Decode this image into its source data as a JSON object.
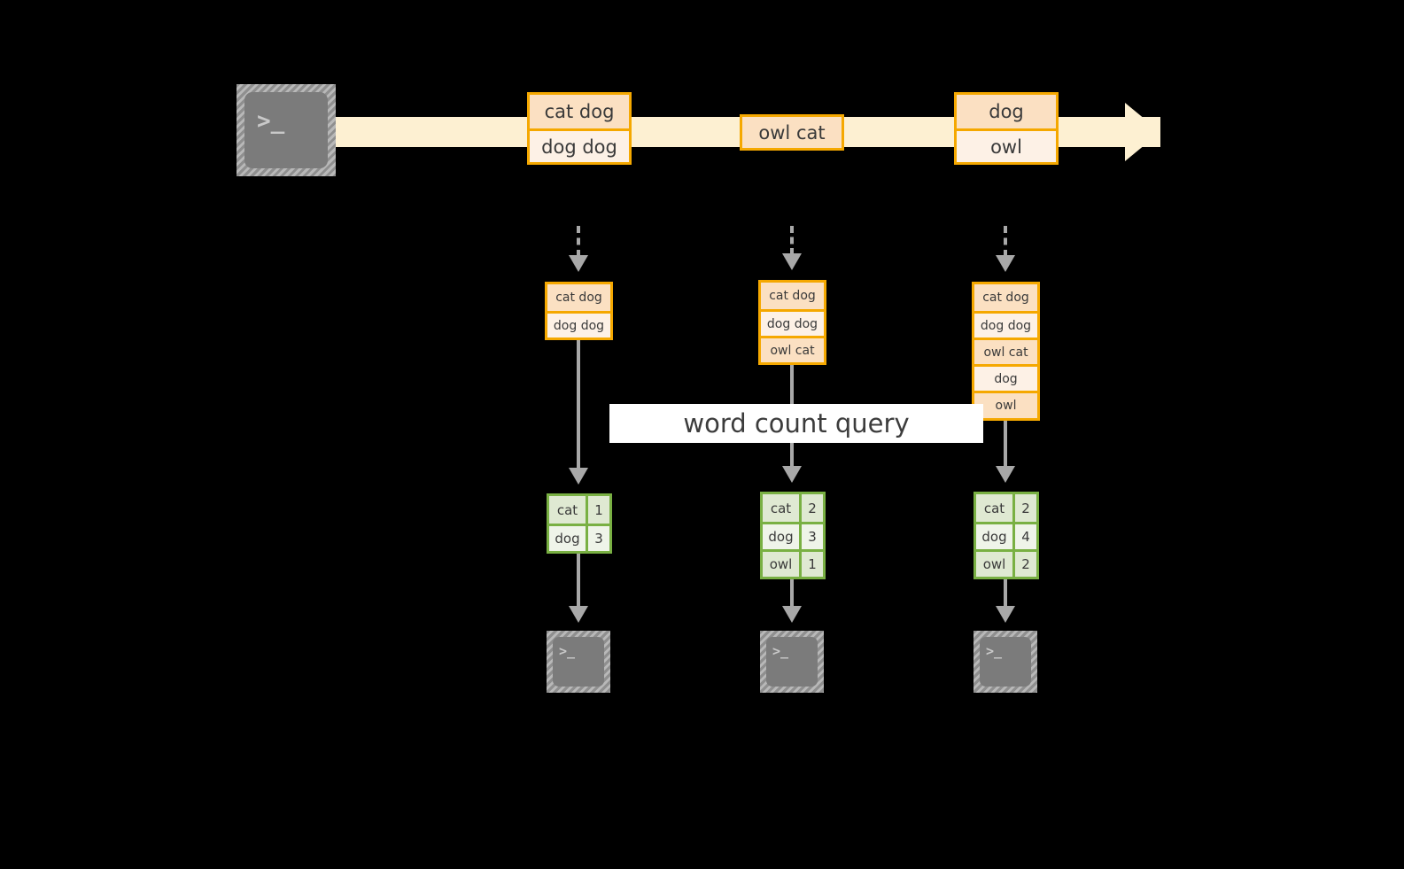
{
  "diagram": {
    "title_label": "word count query",
    "colors": {
      "background": "#000000",
      "stream_band": "#fdf0d2",
      "record_border": "#f5a800",
      "record_fill_peach": "#fbe0c2",
      "record_fill_cream": "#fdf1e6",
      "result_border": "#79b043",
      "result_fill": "#e3edd7",
      "connector": "#a8a8a8",
      "terminal_body": "#7b7b7b",
      "label_background": "#ffffff"
    },
    "source": {
      "icon": "terminal-icon",
      "prompt_glyph": ">_"
    },
    "stream": {
      "records": [
        {
          "lines": [
            "cat dog",
            "dog dog"
          ]
        },
        {
          "lines": [
            "owl cat"
          ]
        },
        {
          "lines": [
            "dog",
            "owl"
          ]
        }
      ]
    },
    "columns": [
      {
        "snapshot": [
          "cat dog",
          "dog dog"
        ],
        "result": {
          "rows": [
            {
              "word": "cat",
              "count": "1"
            },
            {
              "word": "dog",
              "count": "3"
            }
          ]
        },
        "sink": {
          "icon": "terminal-icon",
          "prompt_glyph": ">_"
        }
      },
      {
        "snapshot": [
          "cat dog",
          "dog dog",
          "owl cat"
        ],
        "result": {
          "rows": [
            {
              "word": "cat",
              "count": "2"
            },
            {
              "word": "dog",
              "count": "3"
            },
            {
              "word": "owl",
              "count": "1"
            }
          ]
        },
        "sink": {
          "icon": "terminal-icon",
          "prompt_glyph": ">_"
        }
      },
      {
        "snapshot": [
          "cat dog",
          "dog dog",
          "owl cat",
          "dog",
          "owl"
        ],
        "result": {
          "rows": [
            {
              "word": "cat",
              "count": "2"
            },
            {
              "word": "dog",
              "count": "4"
            },
            {
              "word": "owl",
              "count": "2"
            }
          ]
        },
        "sink": {
          "icon": "terminal-icon",
          "prompt_glyph": ">_"
        }
      }
    ]
  }
}
